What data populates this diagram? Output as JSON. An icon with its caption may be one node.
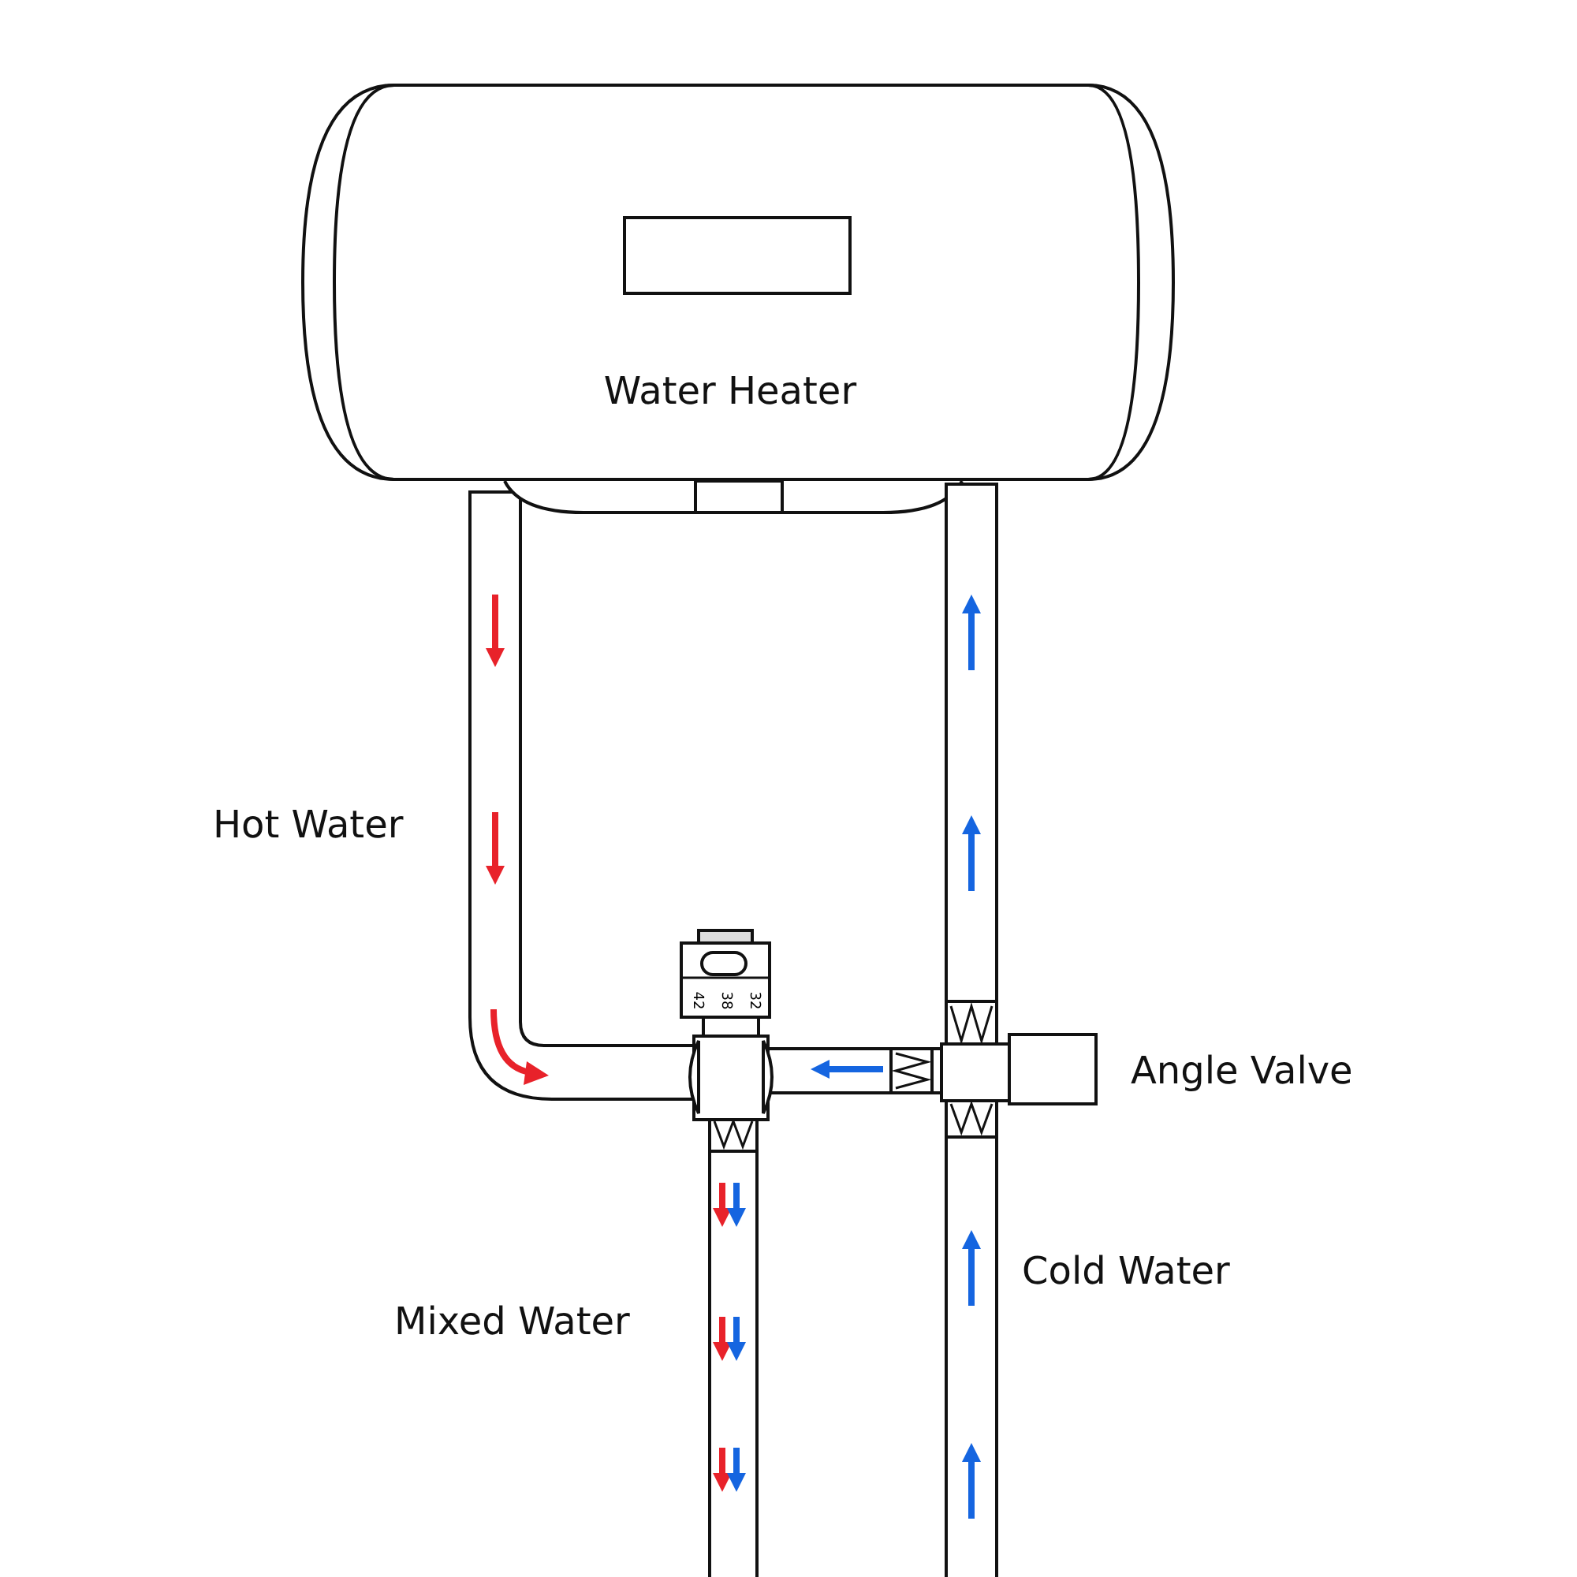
{
  "diagram": {
    "nodes": [
      {
        "text": [
          "Water Heater"
        ]
      }
    ],
    "labels": [
      "Hot Water",
      "42",
      "38",
      "32",
      "Angle Valve",
      "Cold Water",
      "Mixed Water"
    ]
  }
}
